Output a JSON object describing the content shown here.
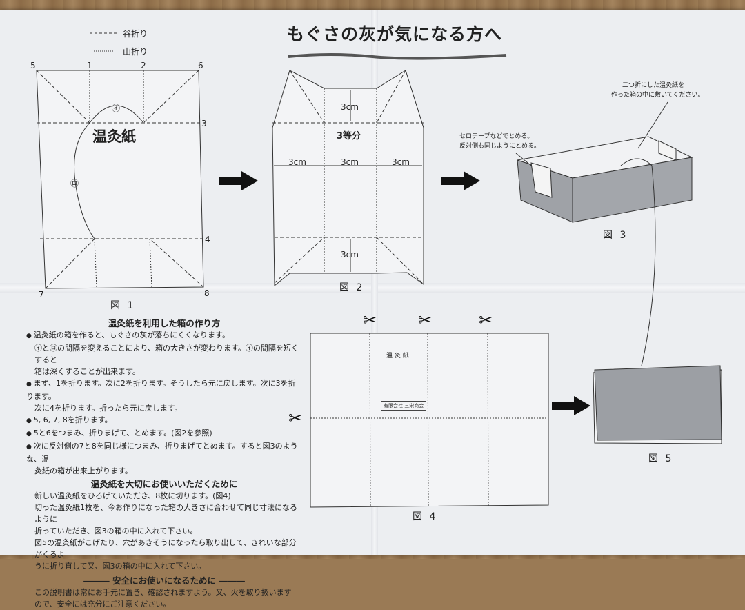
{
  "title": "もぐさの灰が気になる方へ",
  "legend": {
    "valley": "谷折り",
    "mountain": "山折り"
  },
  "fig1": {
    "corners": [
      "5",
      "1",
      "2",
      "6",
      "3",
      "4",
      "7",
      "8"
    ],
    "paper_label": "温灸紙",
    "mark_i": "㋑",
    "mark_ro": "㋺",
    "caption": "図 1"
  },
  "fig2": {
    "dims": [
      "3cm",
      "3cm",
      "3cm",
      "3cm",
      "3cm"
    ],
    "thirds": "3等分",
    "caption": "図 2"
  },
  "fig3": {
    "note1": [
      "二つ折にした温灸紙を",
      "作った箱の中に敷いてください。"
    ],
    "note2": [
      "セロテープなどでとめる。",
      "反対側も同じようにとめる。"
    ],
    "caption": "図 3"
  },
  "fig4": {
    "paper_label": "温 灸 紙",
    "stamp": "有限会社 三栄商会",
    "caption": "図 4"
  },
  "fig5": {
    "caption": "図 5"
  },
  "instructions": {
    "h1": "温灸紙を利用した箱の作り方",
    "b1": "温灸紙の箱を作ると、もぐさの灰が落ちにくくなります。",
    "b1a": "㋑と㋺の間隔を変えることにより、箱の大きさが変わります。㋑の間隔を短くすると",
    "b1b": "箱は深くすることが出来ます。",
    "b2": "まず、1を折ります。次に2を折ります。そうしたら元に戻します。次に3を折ります。",
    "b2a": "次に4を折ります。折ったら元に戻します。",
    "b3": "5, 6, 7, 8を折ります。",
    "b4": "5と6をつまみ、折りまげて、とめます。(図2を参照)",
    "b5": "次に反対側の7と8を同じ様につまみ、折りまげてとめます。すると図3のような、温",
    "b5a": "灸紙の箱が出来上がります。",
    "h2": "温灸紙を大切にお使いいただくために",
    "p1": "新しい温灸紙をひろげていただき、8枚に切ります。(図4)",
    "p2": "切った温灸紙1枚を、今お作りになった箱の大きさに合わせて同じ寸法になるように",
    "p2a": "折っていただき、図3の箱の中に入れて下さい。",
    "p3": "図5の温灸紙がこげたり、穴があきそうになったら取り出して、きれいな部分がくるよ",
    "p3a": "うに折り直して又、図3の箱の中に入れて下さい。",
    "h3": "安全にお使いになるために",
    "p4": "この説明書は常にお手元に置き、確認されますよう。又、火を取り扱います",
    "p4a": "ので、安全には充分にご注意ください。"
  }
}
